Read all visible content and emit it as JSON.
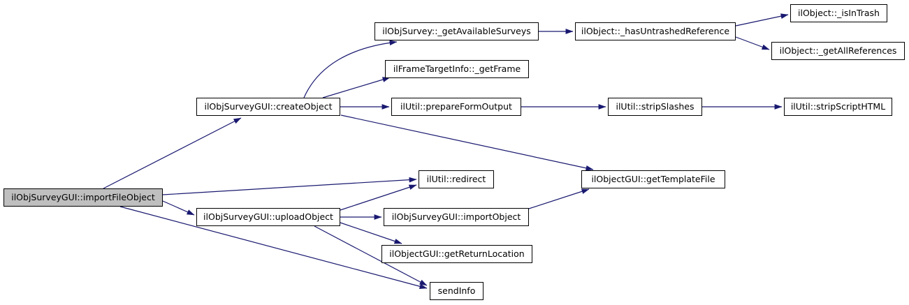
{
  "diagram": {
    "type": "call-graph",
    "description": "Doxygen call graph for ilObjSurveyGUI::importFileObject",
    "colors": {
      "edge": "#191970",
      "node_border": "#000000",
      "node_fill": "#ffffff",
      "root_fill": "#bfbfbf",
      "text": "#000000",
      "background": "#ffffff"
    },
    "nodes": [
      {
        "id": "importFileObject",
        "label": "ilObjSurveyGUI::importFileObject",
        "role": "root"
      },
      {
        "id": "createObject",
        "label": "ilObjSurveyGUI::createObject",
        "role": "normal"
      },
      {
        "id": "uploadObject",
        "label": "ilObjSurveyGUI::uploadObject",
        "role": "normal"
      },
      {
        "id": "getAvailableSurveys",
        "label": "ilObjSurvey::_getAvailableSurveys",
        "role": "normal"
      },
      {
        "id": "getFrame",
        "label": "ilFrameTargetInfo::_getFrame",
        "role": "normal"
      },
      {
        "id": "prepareFormOutput",
        "label": "ilUtil::prepareFormOutput",
        "role": "normal"
      },
      {
        "id": "redirect",
        "label": "ilUtil::redirect",
        "role": "normal"
      },
      {
        "id": "importObject",
        "label": "ilObjSurveyGUI::importObject",
        "role": "normal"
      },
      {
        "id": "getReturnLocation",
        "label": "ilObjectGUI::getReturnLocation",
        "role": "normal"
      },
      {
        "id": "sendInfo",
        "label": "sendInfo",
        "role": "normal"
      },
      {
        "id": "hasUntrashedReference",
        "label": "ilObject::_hasUntrashedReference",
        "role": "normal"
      },
      {
        "id": "stripSlashes",
        "label": "ilUtil::stripSlashes",
        "role": "normal"
      },
      {
        "id": "getTemplateFile",
        "label": "ilObjectGUI::getTemplateFile",
        "role": "normal"
      },
      {
        "id": "isInTrash",
        "label": "ilObject::_isInTrash",
        "role": "normal"
      },
      {
        "id": "getAllReferences",
        "label": "ilObject::_getAllReferences",
        "role": "normal"
      },
      {
        "id": "stripScriptHTML",
        "label": "ilUtil::stripScriptHTML",
        "role": "normal"
      }
    ],
    "edges": [
      {
        "from": "importFileObject",
        "to": "createObject"
      },
      {
        "from": "importFileObject",
        "to": "redirect"
      },
      {
        "from": "importFileObject",
        "to": "uploadObject"
      },
      {
        "from": "importFileObject",
        "to": "sendInfo"
      },
      {
        "from": "createObject",
        "to": "getAvailableSurveys"
      },
      {
        "from": "createObject",
        "to": "getFrame"
      },
      {
        "from": "createObject",
        "to": "prepareFormOutput"
      },
      {
        "from": "createObject",
        "to": "getTemplateFile"
      },
      {
        "from": "getAvailableSurveys",
        "to": "hasUntrashedReference"
      },
      {
        "from": "hasUntrashedReference",
        "to": "isInTrash"
      },
      {
        "from": "hasUntrashedReference",
        "to": "getAllReferences"
      },
      {
        "from": "prepareFormOutput",
        "to": "stripSlashes"
      },
      {
        "from": "stripSlashes",
        "to": "stripScriptHTML"
      },
      {
        "from": "uploadObject",
        "to": "redirect"
      },
      {
        "from": "uploadObject",
        "to": "importObject"
      },
      {
        "from": "uploadObject",
        "to": "getReturnLocation"
      },
      {
        "from": "uploadObject",
        "to": "sendInfo"
      },
      {
        "from": "importObject",
        "to": "getTemplateFile"
      }
    ]
  }
}
